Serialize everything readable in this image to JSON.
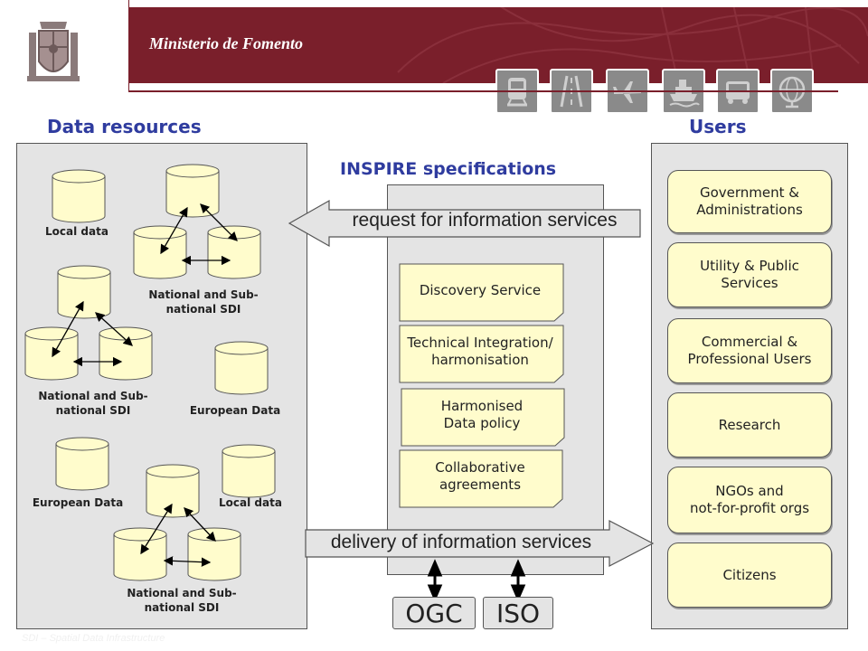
{
  "header": {
    "title": "Ministerio de Fomento"
  },
  "icons": [
    "train-icon",
    "road-icon",
    "airplane-icon",
    "ship-icon",
    "vehicle-icon",
    "globe-icon"
  ],
  "data_resources": {
    "heading": "Data resources",
    "labels": {
      "local_data_1": "Local data",
      "national_1": "National and Sub-\nnational  SDI",
      "national_2": "National and Sub-\nnational  SDI",
      "european_1": "European Data",
      "european_2": "European Data",
      "local_data_2": "Local data",
      "national_3": "National and Sub-\nnational  SDI"
    }
  },
  "inspire": {
    "heading": "INSPIRE specifications",
    "specs": [
      "Discovery Service",
      "Technical Integration/\nharmonisation",
      "Harmonised\nData policy",
      "Collaborative\nagreements"
    ],
    "request_label": "request for information services",
    "delivery_label": "delivery of information services",
    "standards": [
      "OGC",
      "ISO"
    ]
  },
  "users": {
    "heading": "Users",
    "items": [
      "Government &\nAdministrations",
      "Utility & Public\nServices",
      "Commercial &\nProfessional Users",
      "Research",
      "NGOs and\nnot-for-profit orgs",
      "Citizens"
    ]
  },
  "footnote": "SDI – Spatial Data Infrastructure",
  "colors": {
    "header": "#7a1f2b",
    "heading": "#2f3c9f",
    "db_fill": "#fffccc",
    "panel": "#e4e4e4"
  }
}
